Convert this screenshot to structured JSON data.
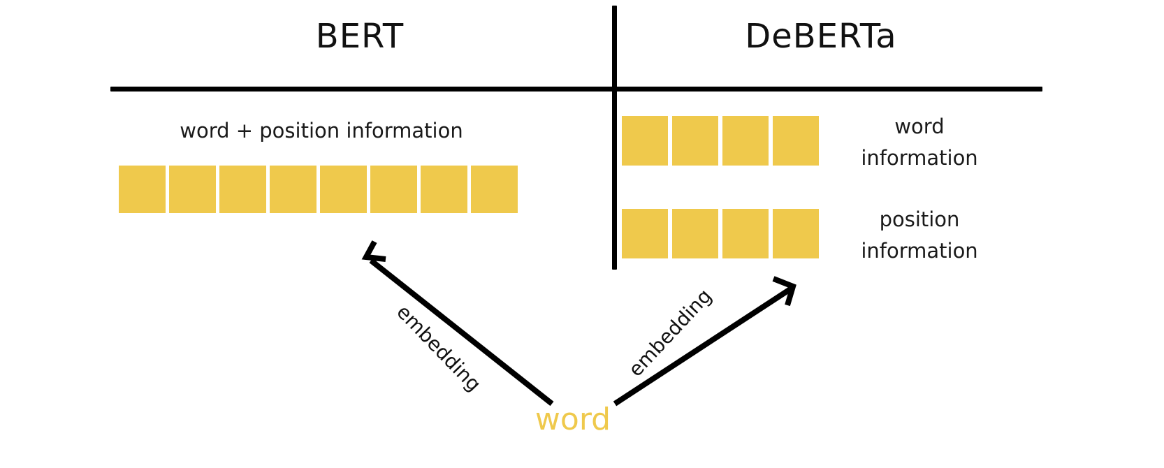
{
  "diagram": {
    "type": "diagram",
    "background_color": "#ffffff",
    "accent_color": "#efc94c",
    "line_color": "#000000",
    "panels": [
      {
        "id": "bert",
        "title": "BERT",
        "caption": "word + position information",
        "rows": [
          {
            "label": "",
            "squares": 8
          }
        ]
      },
      {
        "id": "deberta",
        "title": "DeBERTa",
        "caption": "",
        "rows": [
          {
            "label_line1": "word",
            "label_line2": "information",
            "squares": 4
          },
          {
            "label_line1": "position",
            "label_line2": "information",
            "squares": 4
          }
        ]
      }
    ],
    "arrows": [
      {
        "id": "left",
        "label": "embedding",
        "direction": "up-left"
      },
      {
        "id": "right",
        "label": "embedding",
        "direction": "up-right"
      }
    ],
    "source_token": "word"
  },
  "titles": {
    "bert": "BERT",
    "deberta": "DeBERTa"
  },
  "bert": {
    "caption": "word + position information",
    "square_count": 8
  },
  "deberta": {
    "word_label_line1": "word",
    "word_label_line2": "information",
    "position_label_line1": "position",
    "position_label_line2": "information",
    "word_square_count": 4,
    "position_square_count": 4
  },
  "arrows": {
    "left_label": "embedding",
    "right_label": "embedding"
  },
  "bottom": {
    "word": "word"
  }
}
